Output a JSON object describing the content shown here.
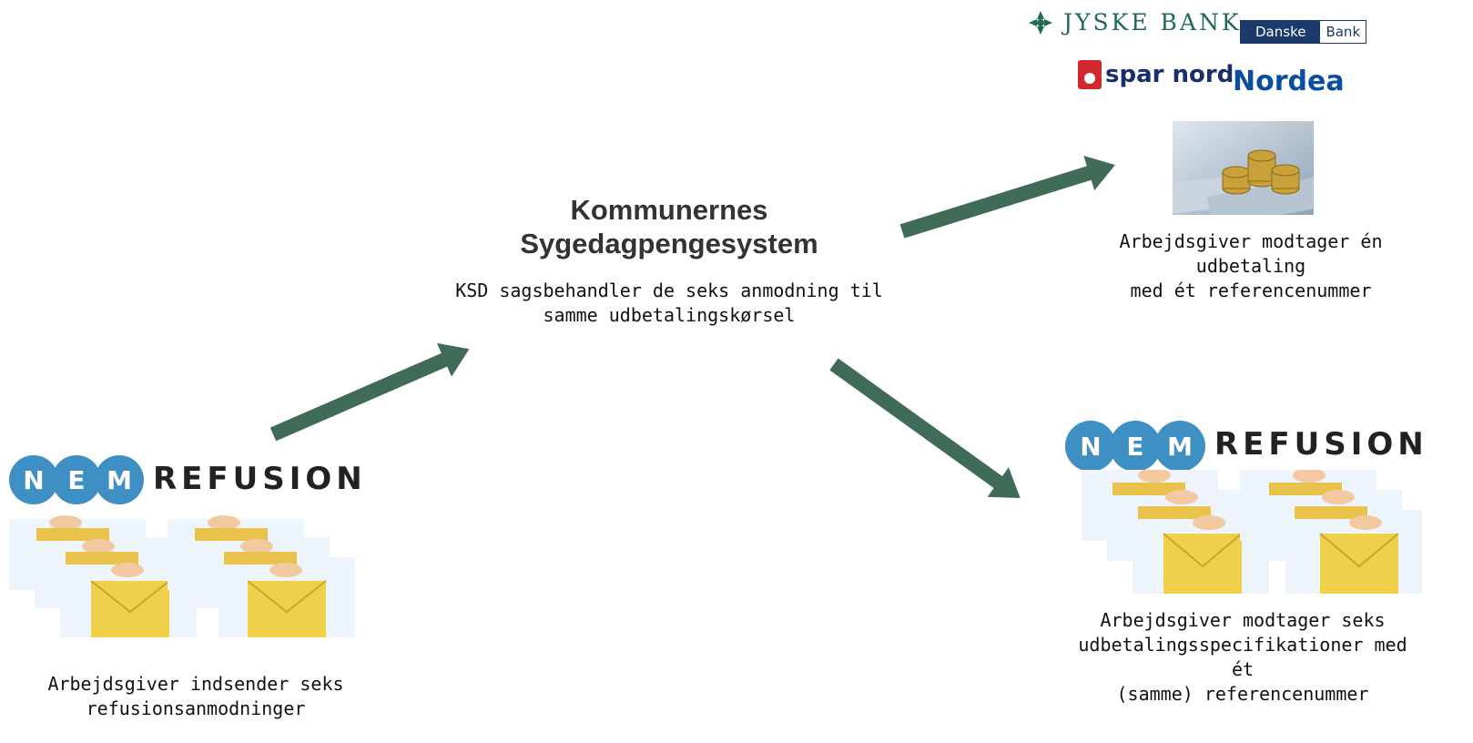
{
  "center": {
    "title_line1": "Kommunernes",
    "title_line2": "Sygedagpengesystem",
    "caption_line1": "KSD sagsbehandler de seks anmodning til",
    "caption_line2": "samme udbetalingskørsel"
  },
  "left": {
    "logo_letters": [
      "N",
      "E",
      "M"
    ],
    "logo_word": "REFUSION",
    "caption_line1": "Arbejdsgiver indsender seks",
    "caption_line2": "refusionsanmodninger"
  },
  "right_bottom": {
    "logo_letters": [
      "N",
      "E",
      "M"
    ],
    "logo_word": "REFUSION",
    "caption_line1": "Arbejdsgiver modtager seks",
    "caption_line2": "udbetalingsspecifikationer med ét",
    "caption_line3": "(samme) referencenummer"
  },
  "right_top": {
    "banks": {
      "jyske": "JYSKE BANK",
      "danske_a": "Danske",
      "danske_b": "Bank",
      "sparnord": "spar nord",
      "nordea": "Nordea"
    },
    "caption_line1": "Arbejdsgiver modtager én udbetaling",
    "caption_line2": "med ét referencenummer"
  },
  "colors": {
    "arrow": "#3f6b57",
    "nem_circle": "#3d8fc4",
    "envelope": "#f0cf4a"
  }
}
